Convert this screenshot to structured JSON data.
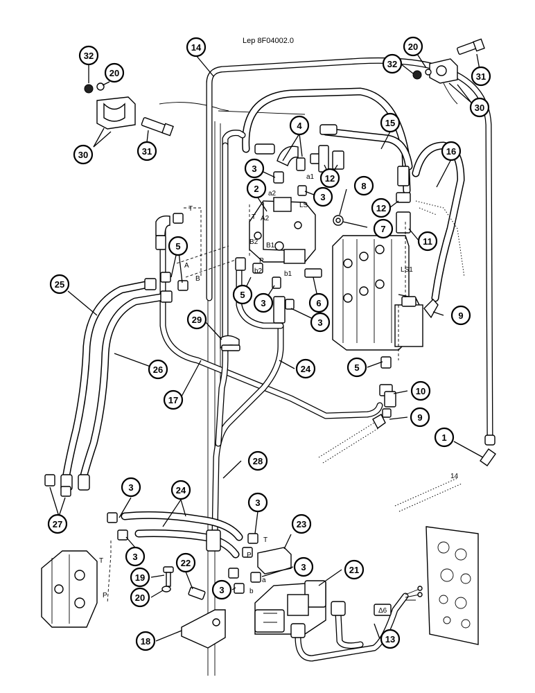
{
  "reference": "Lep 8F04002.0",
  "callouts": [
    {
      "id": "c14",
      "label": "14"
    },
    {
      "id": "c32a",
      "label": "32"
    },
    {
      "id": "c20a",
      "label": "20"
    },
    {
      "id": "c30a",
      "label": "30"
    },
    {
      "id": "c31a",
      "label": "31"
    },
    {
      "id": "c20b",
      "label": "20"
    },
    {
      "id": "c32b",
      "label": "32"
    },
    {
      "id": "c31b",
      "label": "31"
    },
    {
      "id": "c30b",
      "label": "30"
    },
    {
      "id": "c4",
      "label": "4"
    },
    {
      "id": "c15",
      "label": "15"
    },
    {
      "id": "c16",
      "label": "16"
    },
    {
      "id": "c3a",
      "label": "3"
    },
    {
      "id": "c12a",
      "label": "12"
    },
    {
      "id": "c2",
      "label": "2"
    },
    {
      "id": "c3b",
      "label": "3"
    },
    {
      "id": "c8",
      "label": "8"
    },
    {
      "id": "c12b",
      "label": "12"
    },
    {
      "id": "c7",
      "label": "7"
    },
    {
      "id": "c11",
      "label": "11"
    },
    {
      "id": "c5a",
      "label": "5"
    },
    {
      "id": "c25",
      "label": "25"
    },
    {
      "id": "c5b",
      "label": "5"
    },
    {
      "id": "c3c",
      "label": "3"
    },
    {
      "id": "c6",
      "label": "6"
    },
    {
      "id": "c3d",
      "label": "3"
    },
    {
      "id": "c9a",
      "label": "9"
    },
    {
      "id": "c29",
      "label": "29"
    },
    {
      "id": "c26",
      "label": "26"
    },
    {
      "id": "c24a",
      "label": "24"
    },
    {
      "id": "c5c",
      "label": "5"
    },
    {
      "id": "c17",
      "label": "17"
    },
    {
      "id": "c10",
      "label": "10"
    },
    {
      "id": "c9b",
      "label": "9"
    },
    {
      "id": "c1",
      "label": "1"
    },
    {
      "id": "c28",
      "label": "28"
    },
    {
      "id": "c27",
      "label": "27"
    },
    {
      "id": "c3e",
      "label": "3"
    },
    {
      "id": "c24b",
      "label": "24"
    },
    {
      "id": "c3f",
      "label": "3"
    },
    {
      "id": "c23",
      "label": "23"
    },
    {
      "id": "c3g",
      "label": "3"
    },
    {
      "id": "c3h",
      "label": "3"
    },
    {
      "id": "c21",
      "label": "21"
    },
    {
      "id": "c19",
      "label": "19"
    },
    {
      "id": "c22",
      "label": "22"
    },
    {
      "id": "c3i",
      "label": "3"
    },
    {
      "id": "c20c",
      "label": "20"
    },
    {
      "id": "c18",
      "label": "18"
    },
    {
      "id": "c13",
      "label": "13"
    }
  ],
  "port_labels": {
    "T_top": "T",
    "A": "A",
    "B": "B",
    "a1": "a1",
    "a2": "a2",
    "LS": "LS",
    "T_valve": "T",
    "A2": "A2",
    "B2": "B2",
    "B1": "B1",
    "P": "P",
    "b2": "b2",
    "b1": "b1",
    "LS1": "LS1",
    "T_bottom": "T",
    "P_bottom": "P",
    "a_bottom": "a",
    "b_bottom": "b",
    "T_left": "T",
    "P_left": "P",
    "fourteen": "14",
    "delta6": "Δ6"
  }
}
